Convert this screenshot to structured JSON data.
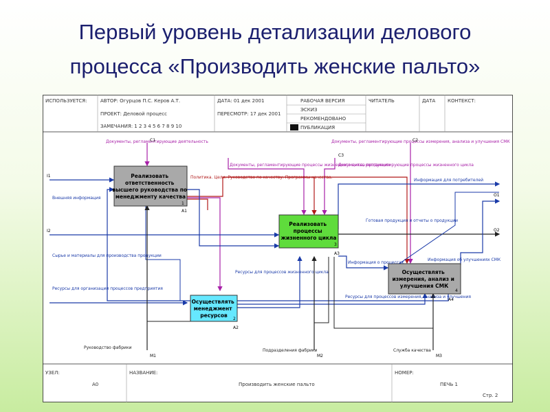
{
  "title": {
    "line1": "Первый уровень детализации делового",
    "line2": "процесса «Производить женские пальто»"
  },
  "header": {
    "used_at": "ИСПОЛЬЗУЕТСЯ:",
    "author": "АВТОР: Огурцов П.С. Керов А.Т.",
    "project": "ПРОЕКТ: Деловой процесс",
    "notes": "ЗАМЕЧАНИЯ: 1 2 3 4 5 6 7 8 9 10",
    "date": "ДАТА: 01 дек 2001",
    "revision": "ПЕРЕСМОТР: 17 дек 2001",
    "status_working": "РАБОЧАЯ ВЕРСИЯ",
    "status_draft": "ЭСКИЗ",
    "status_recommended": "РЕКОМЕНДОВАНО",
    "status_publication": "ПУБЛИКАЦИЯ",
    "reader": "ЧИТАТЕЛЬ",
    "reader_date": "ДАТА",
    "context": "КОНТЕКСТ:"
  },
  "footer": {
    "node_label": "УЗЕЛ:",
    "node_value": "A0",
    "name_label": "НАЗВАНИЕ:",
    "name_value": "Производить женские пальто",
    "number_label": "НОМЕР:",
    "number_value": "ПЕЧЬ 1",
    "page": "Стр. 2"
  },
  "blocks": [
    {
      "id": "a1",
      "title": "Реализовать ответственность высшего руководства по менеджменту качества",
      "num": "1",
      "node": "A1",
      "color": "#a9a9a9"
    },
    {
      "id": "a2",
      "title": "Осуществлять менеджмент ресурсов",
      "num": "2",
      "node": "A2",
      "color": "#66e8ff"
    },
    {
      "id": "a3",
      "title": "Реализовать процессы жизненного цикла",
      "num": "3",
      "node": "A3",
      "color": "#5fdc3c"
    },
    {
      "id": "a4",
      "title": "Осуществлять измерения, анализ и улучшения СМК",
      "num": "4",
      "node": "A4",
      "color": "#a9a9a9"
    }
  ],
  "labels": {
    "docs_top_left": "Документы, регламентирующие деятельность",
    "docs_top_right": "Документы, регламентирующие процессы измерения, анализа и улучшения СМК",
    "policy": "Политика. Цели. Руководство по качеству. Программы качества.",
    "docs_mid_left": "Документы, регламентирующие процессы жизненного цикла продукции",
    "docs_mid_right": "Документы, регламентирующие процессы жизненного цикла",
    "external_info": "Внешняя информация",
    "consumer_info": "Информация для потребителей",
    "raw_materials": "Сырье и материалы для производства продукции",
    "finished_product": "Готовая продукция и отчеты о продукции",
    "resources_for_process": "Ресурсы для процессов жизненного цикла",
    "process_info": "Информация о процессах",
    "resources_org": "Ресурсы для организации процессов предприятия",
    "resources_measure": "Ресурсы для процессов измерения, анализа и улучшения",
    "improvement_info": "Информация об улучшениях СМК",
    "management": "Руководство фабрики",
    "personnel": "Подразделения фабрики",
    "quality_service": "Служба качества"
  },
  "markers": {
    "i1": "I1",
    "i2": "I2",
    "o1": "O1",
    "o2": "O2",
    "c1": "C1",
    "c2": "C2",
    "c3": "C3",
    "m1": "M1",
    "m2": "M2",
    "m3": "M3"
  }
}
